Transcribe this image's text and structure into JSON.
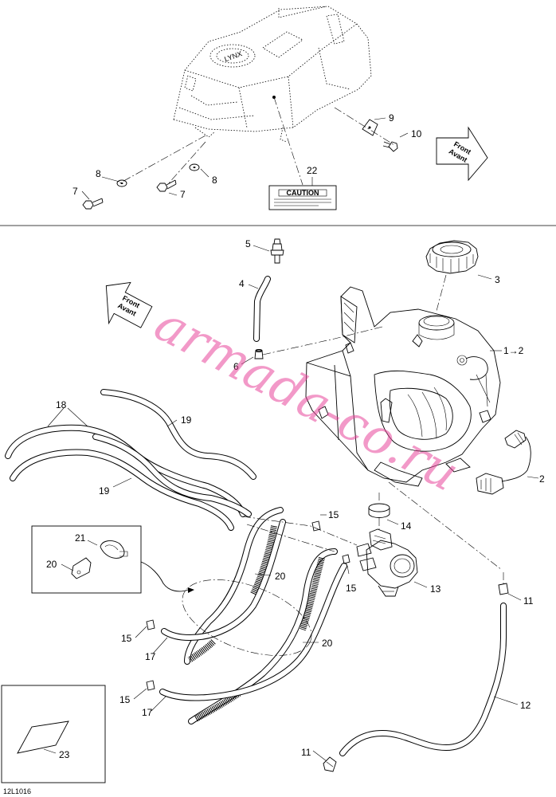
{
  "diagram_id": "12L1016",
  "caution_label": "CAUTION",
  "front_arrow": {
    "line1": "Front",
    "line2": "Avant"
  },
  "watermark": "armada-co.ru",
  "callouts": {
    "c1": "1→2",
    "c2": "2",
    "c3": "3",
    "c4": "4",
    "c5": "5",
    "c6": "6",
    "c7": "7",
    "c8": "8",
    "c9": "9",
    "c10": "10",
    "c11": "11",
    "c12": "12",
    "c13": "13",
    "c14": "14",
    "c15": "15",
    "c17": "17",
    "c18": "18",
    "c19": "19",
    "c20": "20",
    "c21": "21",
    "c22": "22",
    "c23": "23"
  }
}
